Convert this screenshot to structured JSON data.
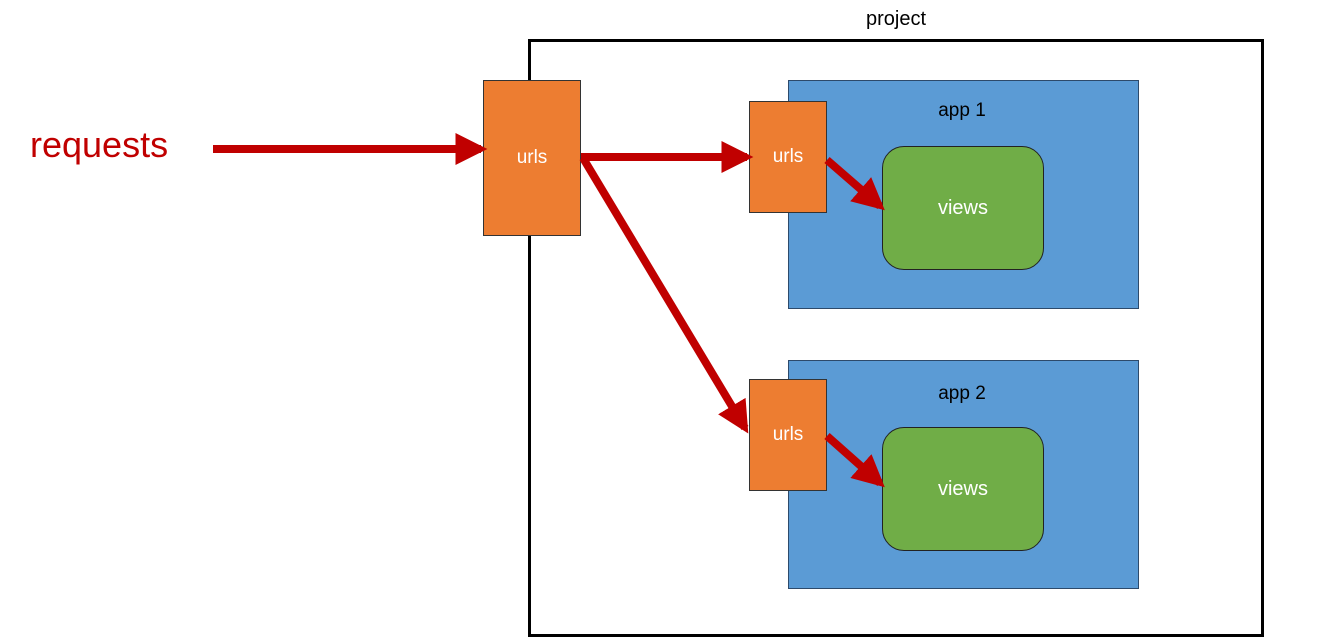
{
  "project": {
    "label": "project"
  },
  "requests": {
    "label": "requests"
  },
  "main_urls": {
    "label": "urls"
  },
  "apps": [
    {
      "label": "app 1",
      "urls_label": "urls",
      "views_label": "views"
    },
    {
      "label": "app 2",
      "urls_label": "urls",
      "views_label": "views"
    }
  ],
  "colors": {
    "arrow": "#c00000",
    "urls": "#ed7d31",
    "app": "#5b9bd5",
    "views": "#70ad47",
    "requests_text": "#c00000"
  }
}
